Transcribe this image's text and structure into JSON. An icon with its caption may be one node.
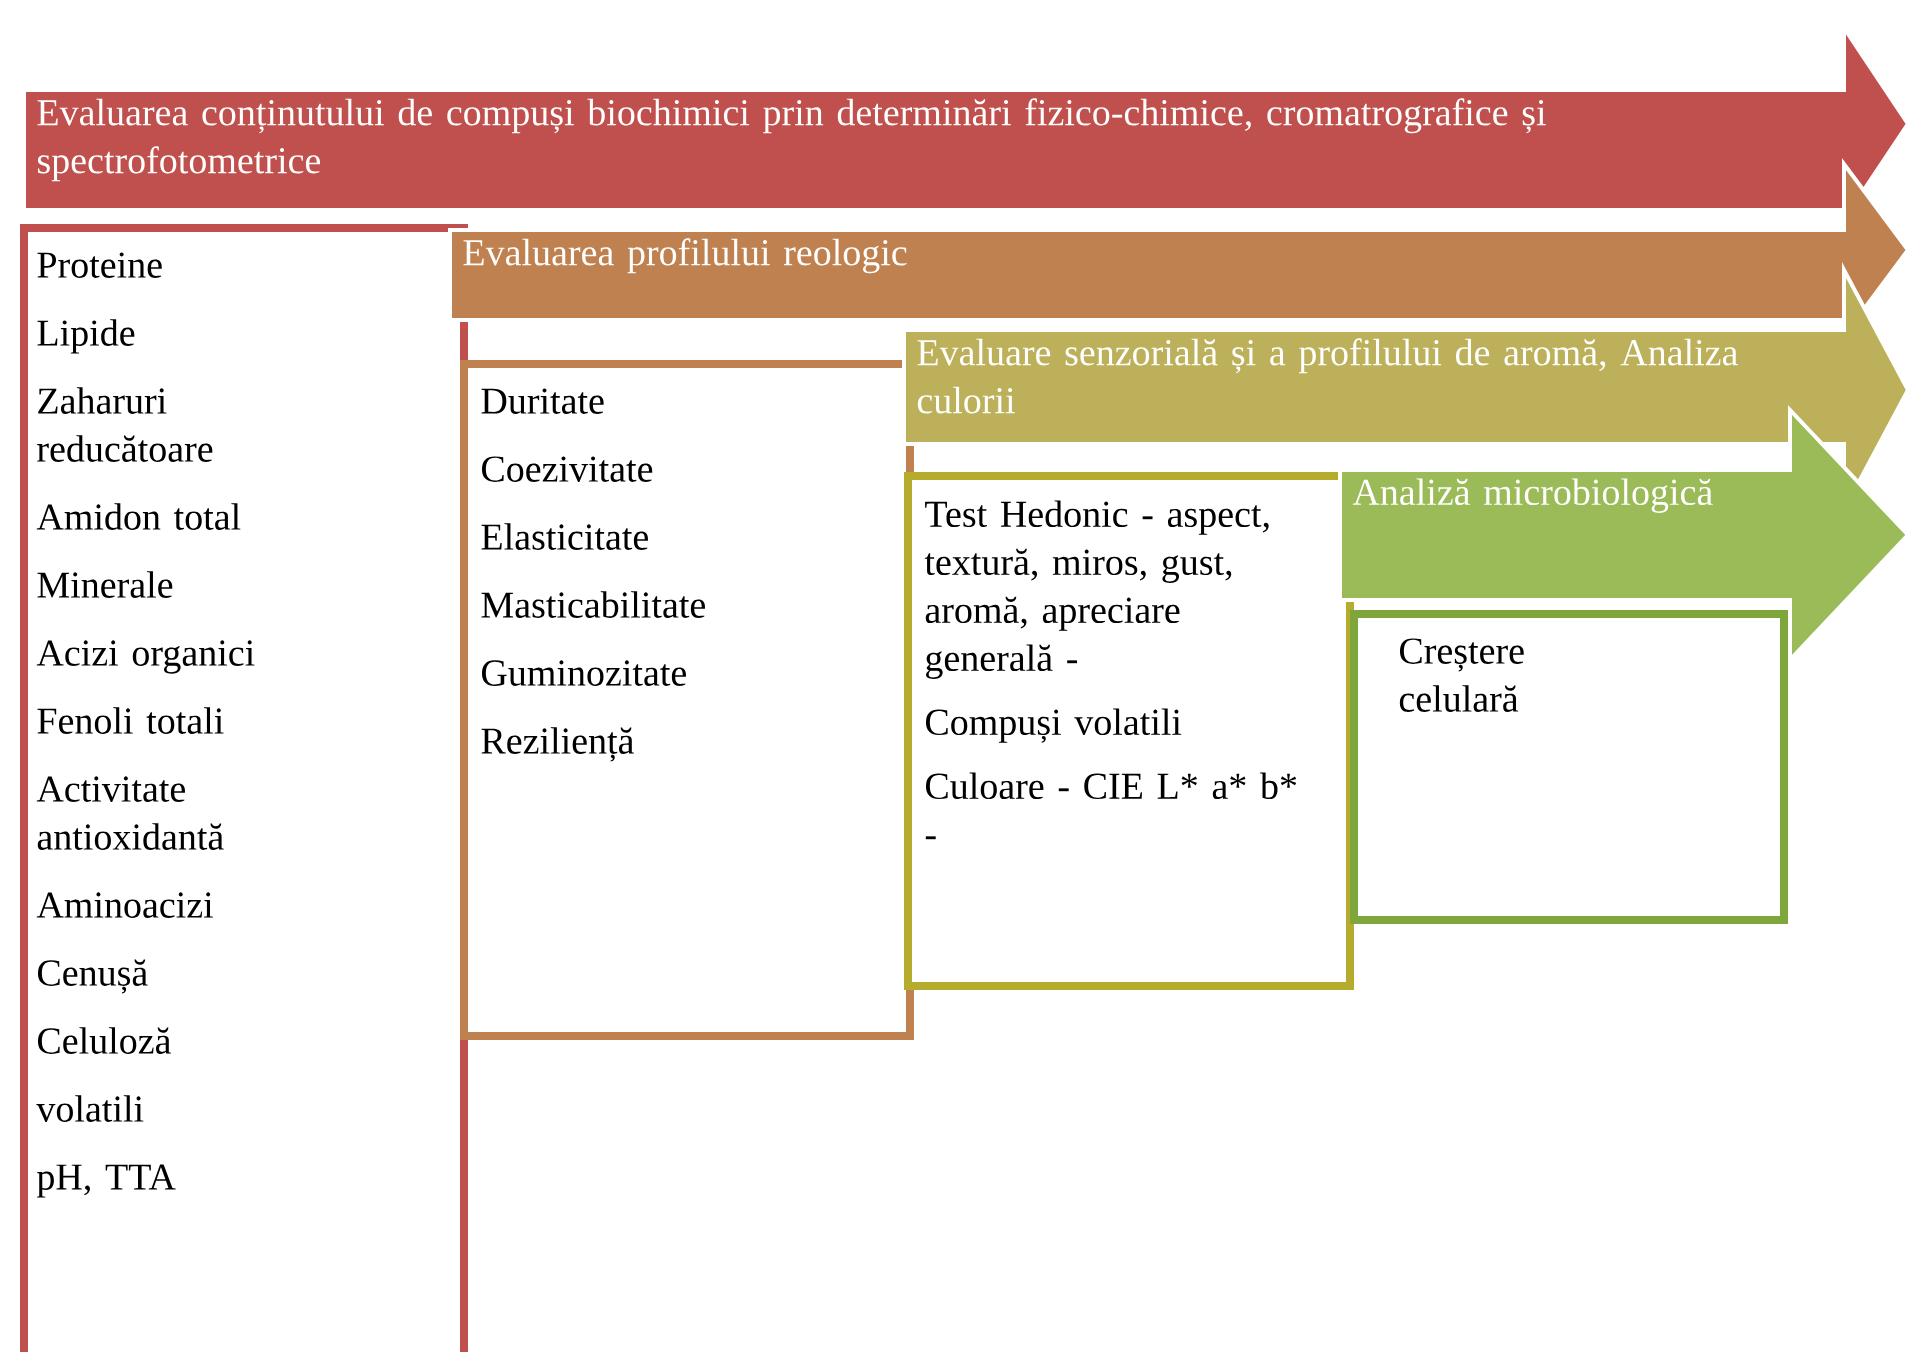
{
  "diagram": {
    "nodes": [
      {
        "text": [
          "Evaluarea conținutului de compuși biochimici prin determinări fizico-chimice, cromatrografice și spectrofotometrice"
        ]
      },
      {
        "text": [
          "Proteine",
          "Lipide",
          "Zaharuri reducătoare",
          "Amidon total",
          "Minerale",
          "Acizi organici",
          "Fenoli totali",
          "Activitate antioxidantă",
          "Aminoacizi",
          "Cenușă",
          "Celuloză",
          "volatili",
          "pH, TTA"
        ]
      },
      {
        "text": [
          "Evaluarea profilului reologic"
        ]
      },
      {
        "text": [
          "Duritate",
          "Coezivitate",
          "Elasticitate",
          "Masticabilitate",
          "Guminozitate",
          "Reziliență"
        ]
      },
      {
        "text": [
          "Evaluare senzorială și a profilului de aromă, Analiza culorii"
        ]
      },
      {
        "text": [
          "Test Hedonic - aspect, textură, miros, gust, aromă, apreciare generală -",
          "Compuși volatili",
          "Culoare - CIE L* a* b* -"
        ]
      },
      {
        "text": [
          "Analiză microbiologică"
        ]
      },
      {
        "text": [
          "Creștere celulară"
        ]
      }
    ]
  }
}
